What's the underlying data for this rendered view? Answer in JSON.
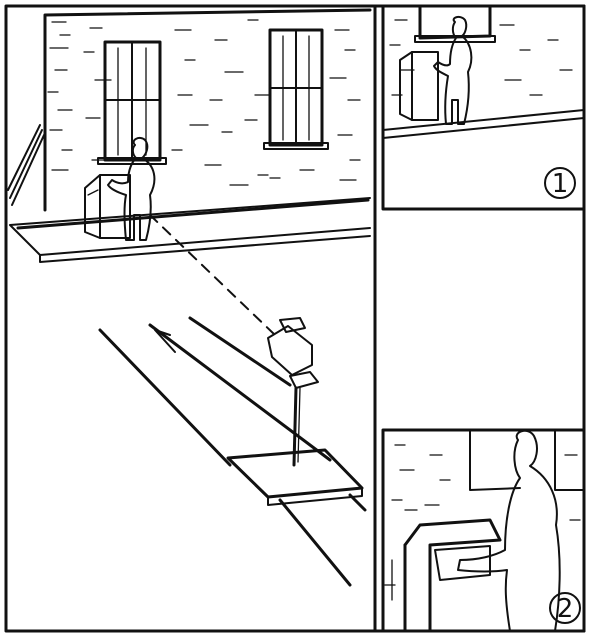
{
  "panels": [
    {
      "id": "main",
      "label": ""
    },
    {
      "id": "view-1",
      "label": "1"
    },
    {
      "id": "view-2",
      "label": "2"
    }
  ],
  "colors": {
    "ink": "#111111",
    "paper": "#ffffff"
  }
}
